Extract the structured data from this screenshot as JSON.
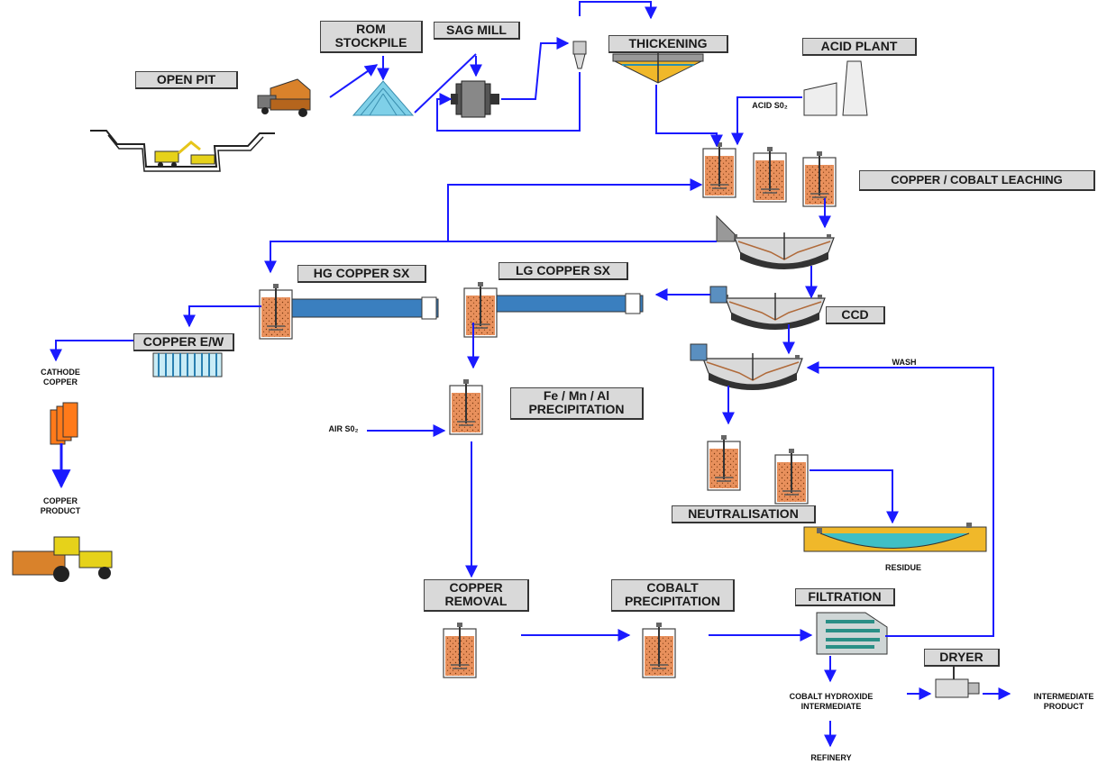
{
  "diagram": {
    "colors": {
      "arrow": "#1a1aff",
      "tank_fill": "#e8905c",
      "tank_border": "#444444",
      "settler": "#3a7fbf",
      "box_bg": "#d9d9d9"
    },
    "boxes": {
      "open_pit": "OPEN PIT",
      "rom_stockpile": "ROM\nSTOCKPILE",
      "sag_mill": "SAG MILL",
      "thickening": "THICKENING",
      "acid_plant": "ACID PLANT",
      "leaching": "COPPER / COBALT LEACHING",
      "hg_copper_sx": "HG COPPER SX",
      "lg_copper_sx": "LG COPPER SX",
      "ccd": "CCD",
      "copper_ew": "COPPER E/W",
      "fe_mn_al": "Fe / Mn / Al\nPRECIPITATION",
      "neutralisation": "NEUTRALISATION",
      "copper_removal": "COPPER\nREMOVAL",
      "cobalt_precipitation": "COBALT\nPRECIPITATION",
      "filtration": "FILTRATION",
      "dryer": "DRYER"
    },
    "labels": {
      "acid_so2": "ACID S0₂",
      "air_so2": "AIR S0₂",
      "wash": "WASH",
      "cathode_copper": "CATHODE\nCOPPER",
      "copper_product": "COPPER\nPRODUCT",
      "residue": "RESIDUE",
      "cobalt_hydroxide": "COBALT HYDROXIDE\nINTERMEDIATE",
      "intermediate_product": "INTERMEDIATE\nPRODUCT",
      "refinery": "REFINERY"
    },
    "icons": [
      "open-pit-excavator-icon",
      "dump-truck-icon",
      "stockpile-icon",
      "sag-mill-icon",
      "cyclone-icon",
      "thickener-icon",
      "acid-plant-icon",
      "leach-tank-icon",
      "ccd-thickener-icon",
      "sx-settler-icon",
      "electrowinning-cell-icon",
      "cathode-stack-icon",
      "loader-truck-icon",
      "residue-pond-icon",
      "filter-press-icon",
      "dryer-icon"
    ]
  }
}
